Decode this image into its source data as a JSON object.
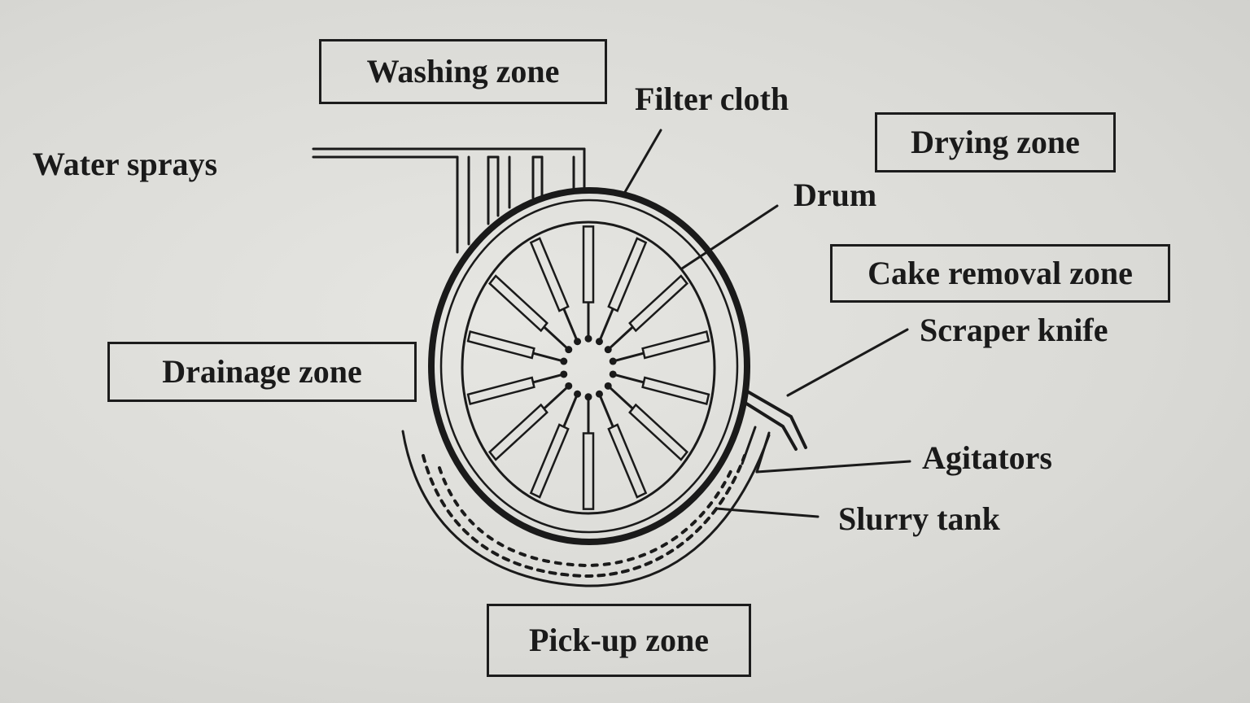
{
  "zones": {
    "washing": "Washing zone",
    "drying": "Drying zone",
    "cake_removal": "Cake removal zone",
    "drainage": "Drainage zone",
    "pick_up": "Pick-up zone"
  },
  "parts": {
    "filter_cloth": "Filter cloth",
    "water_sprays": "Water sprays",
    "drum": "Drum",
    "scraper_knife": "Scraper knife",
    "agitators": "Agitators",
    "slurry_tank": "Slurry tank"
  },
  "colors": {
    "ink": "#1a1a1a",
    "paper": "#dcdcd8"
  }
}
